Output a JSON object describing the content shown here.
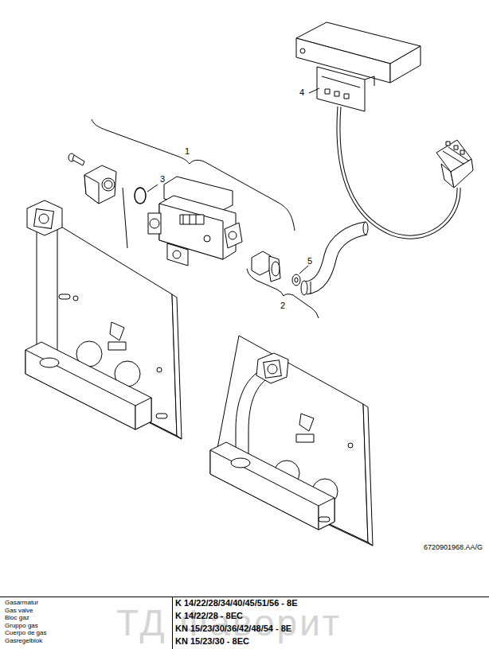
{
  "diagram": {
    "labels": [
      "1",
      "3",
      "4",
      "5",
      "2",
      "6720901968.AA/G",
      "ТД Фаворит",
      "Gasarmatur",
      "Gas valve",
      "Bloc gaz",
      "Gruppo gas",
      "Cuerpo de gas",
      "Gasregelblok",
      "K 14/22/28/34/40/45/51/56 - 8E",
      "K 14/22/28 - 8EC",
      "KN 15/23/30/36/42/48/54 - 8E",
      "KN 15/23/30 - 8EC"
    ]
  }
}
